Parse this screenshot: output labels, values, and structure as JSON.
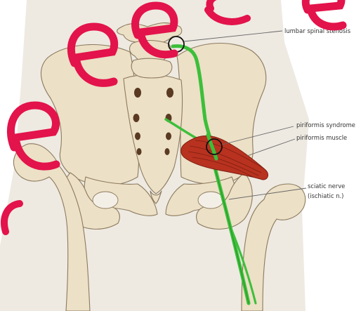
{
  "labels": {
    "lumbar_spinal_stenosis": "lumbar spinal stenosis",
    "piriformis_syndrome": "piriformis syndrome",
    "piriformis_muscle": "piriformis muscle",
    "sciatic_nerve_line1": "sciatic nerve",
    "sciatic_nerve_line2": "(ischiatic n.)"
  },
  "colors": {
    "background": "#ffffff",
    "body_silhouette": "#eeeae2",
    "bone_fill": "#ece0c6",
    "bone_stroke": "#8c7a5e",
    "foramen": "#5a3a22",
    "muscle": "#b8321f",
    "muscle_stripe": "#7e1e12",
    "nerve": "#3cbf3a",
    "nerve_dark": "#248a22",
    "leader_line": "#666666",
    "highlight_circle": "#111111",
    "watermark": "#e3134b"
  }
}
